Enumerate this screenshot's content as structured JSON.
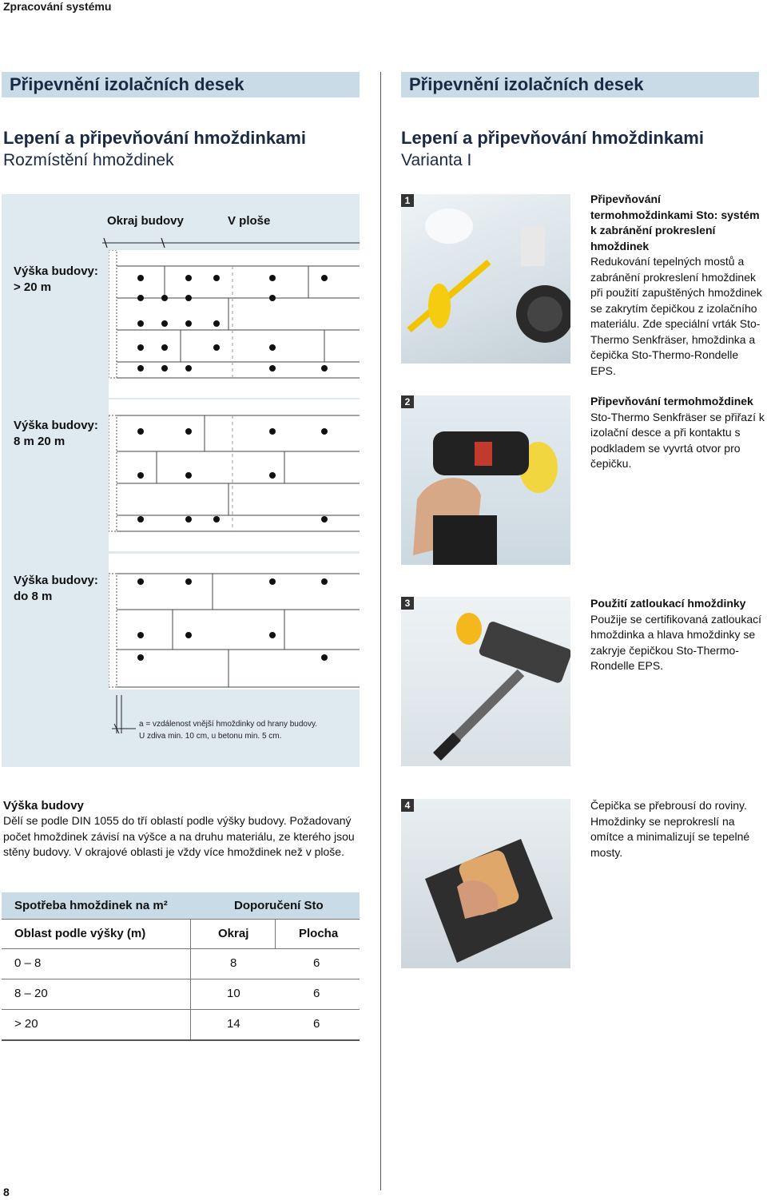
{
  "running_head": "Zpracování systému",
  "page_number": "8",
  "left": {
    "banner": "Připevnění izolačních desek",
    "title": "Lepení a připevňování hmoždinkami",
    "subtitle": "Rozmístění hmoždinek",
    "col_edge": "Okraj budovy",
    "col_area": "V ploše",
    "rows": [
      {
        "label_line1": "Výška budovy:",
        "label_line2": "> 20 m"
      },
      {
        "label_line1": "Výška budovy:",
        "label_line2": "8 m  20 m"
      },
      {
        "label_line1": "Výška budovy:",
        "label_line2": "do 8 m"
      }
    ],
    "note_line1": "a = vzdálenost vnější hmoždinky od hrany budovy.",
    "note_line2": "U zdiva min. 10 cm, u betonu min. 5 cm.",
    "height_heading": "Výška budovy",
    "height_text": "Dělí se podle DIN 1055 do tří oblastí podle výšky budovy. Požadovaný počet hmoždinek závisí na výšce a na druhu materiálu, ze kterého jsou stěny budovy. V okrajové oblasti je vždy více hmoždinek než v ploše.",
    "table": {
      "header1": "Spotřeba hmoždinek na m²",
      "header2": "Doporučení Sto",
      "col_zone": "Oblast podle výšky (m)",
      "col_edge": "Okraj",
      "col_area": "Plocha",
      "rows": [
        {
          "zone": "0 – 8",
          "edge": "8",
          "area": "6"
        },
        {
          "zone": "8 – 20",
          "edge": "10",
          "area": "6"
        },
        {
          "zone": "> 20",
          "edge": "14",
          "area": "6"
        }
      ]
    }
  },
  "right": {
    "banner": "Připevnění izolačních desek",
    "title": "Lepení a připevňování hmoždinkami",
    "subtitle": "Varianta I",
    "steps": [
      {
        "num": "1",
        "bold": "Připevňování termohmoždinkami Sto: systém k zabránění prokreslení hmoždinek",
        "text": "Redukování tepelných mostů a zabránění prokreslení hmoždinek při použití zapuštěných hmoždinek se zakrytím čepičkou z izolačního materiálu. Zde speciální vrták Sto-Thermo Senkfräser, hmoždinka a čepička Sto-Thermo-Rondelle EPS."
      },
      {
        "num": "2",
        "bold": "Připevňování termohmoždinek",
        "text": "Sto-Thermo Senkfräser se přiřazí k izolační desce a při kontaktu s podkladem se vyvrtá otvor pro čepičku."
      },
      {
        "num": "3",
        "bold": "Použití zatloukací hmoždinky",
        "text": "Použije se certifikovaná zatloukací hmoždinka a hlava hmoždinky se zakryje čepičkou Sto-Thermo-Rondelle EPS."
      },
      {
        "num": "4",
        "bold": "",
        "text": "Čepička se přebrousí do roviny. Hmoždinky se neprokreslí na omítce a minimalizují se tepelné mosty."
      }
    ]
  }
}
